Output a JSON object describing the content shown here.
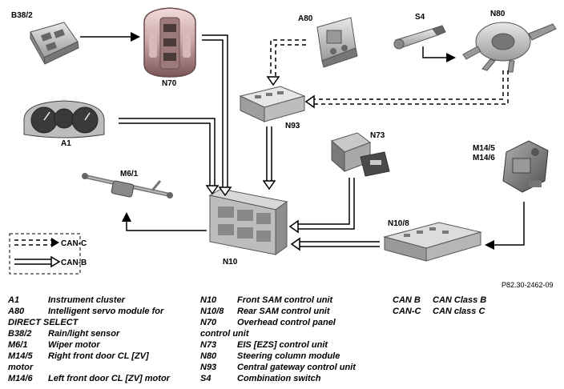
{
  "components": {
    "B38_2": "B38/2",
    "N70": "N70",
    "A80": "A80",
    "S4": "S4",
    "N80": "N80",
    "A1": "A1",
    "N93": "N93",
    "N73": "N73",
    "M6_1": "M6/1",
    "M14_5": "M14/5",
    "M14_6": "M14/6",
    "N10": "N10",
    "N10_8": "N10/8"
  },
  "key": {
    "can_c": "CAN-C",
    "can_b": "CAN-B"
  },
  "figure_ref": "P82.30-2462-09",
  "legend": {
    "col1": [
      {
        "code": "A1",
        "desc": "Instrument cluster"
      },
      {
        "code": "A80",
        "desc": "Intelligent servo module for",
        "cont": "DIRECT SELECT"
      },
      {
        "code": "B38/2",
        "desc": "Rain/light sensor"
      },
      {
        "code": "M6/1",
        "desc": "Wiper motor"
      },
      {
        "code": "M14/5",
        "desc": "Right front door CL [ZV]",
        "cont": "motor"
      },
      {
        "code": "M14/6",
        "desc": "Left front door CL [ZV] motor"
      }
    ],
    "col2": [
      {
        "code": "N10",
        "desc": "Front SAM control unit"
      },
      {
        "code": "N10/8",
        "desc": "Rear SAM control unit"
      },
      {
        "code": "N70",
        "desc": "Overhead control panel",
        "cont": "control unit"
      },
      {
        "code": "N73",
        "desc": "EIS [EZS] control unit"
      },
      {
        "code": "N80",
        "desc": "Steering column module"
      },
      {
        "code": "N93",
        "desc": "Central gateway control unit"
      },
      {
        "code": "S4",
        "desc": "Combination switch"
      }
    ],
    "col3": [
      {
        "code": "CAN B",
        "desc": "CAN Class B"
      },
      {
        "code": "CAN-C",
        "desc": "CAN class C"
      }
    ]
  }
}
